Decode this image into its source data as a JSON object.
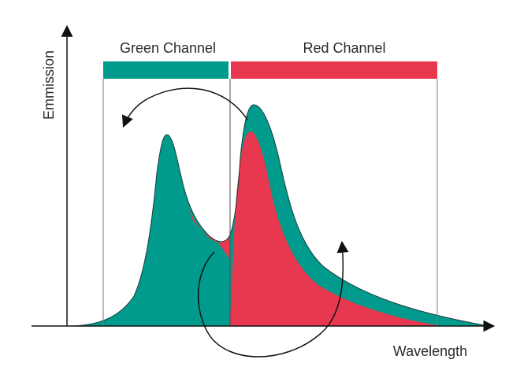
{
  "labels": {
    "green_channel": "Green Channel",
    "red_channel": "Red Channel",
    "y_axis": "Emmission",
    "x_axis": "Wavelength"
  },
  "colors": {
    "green": "#009b8c",
    "red": "#e8384f",
    "line": "#111111",
    "divider": "#7a7a7a"
  }
}
